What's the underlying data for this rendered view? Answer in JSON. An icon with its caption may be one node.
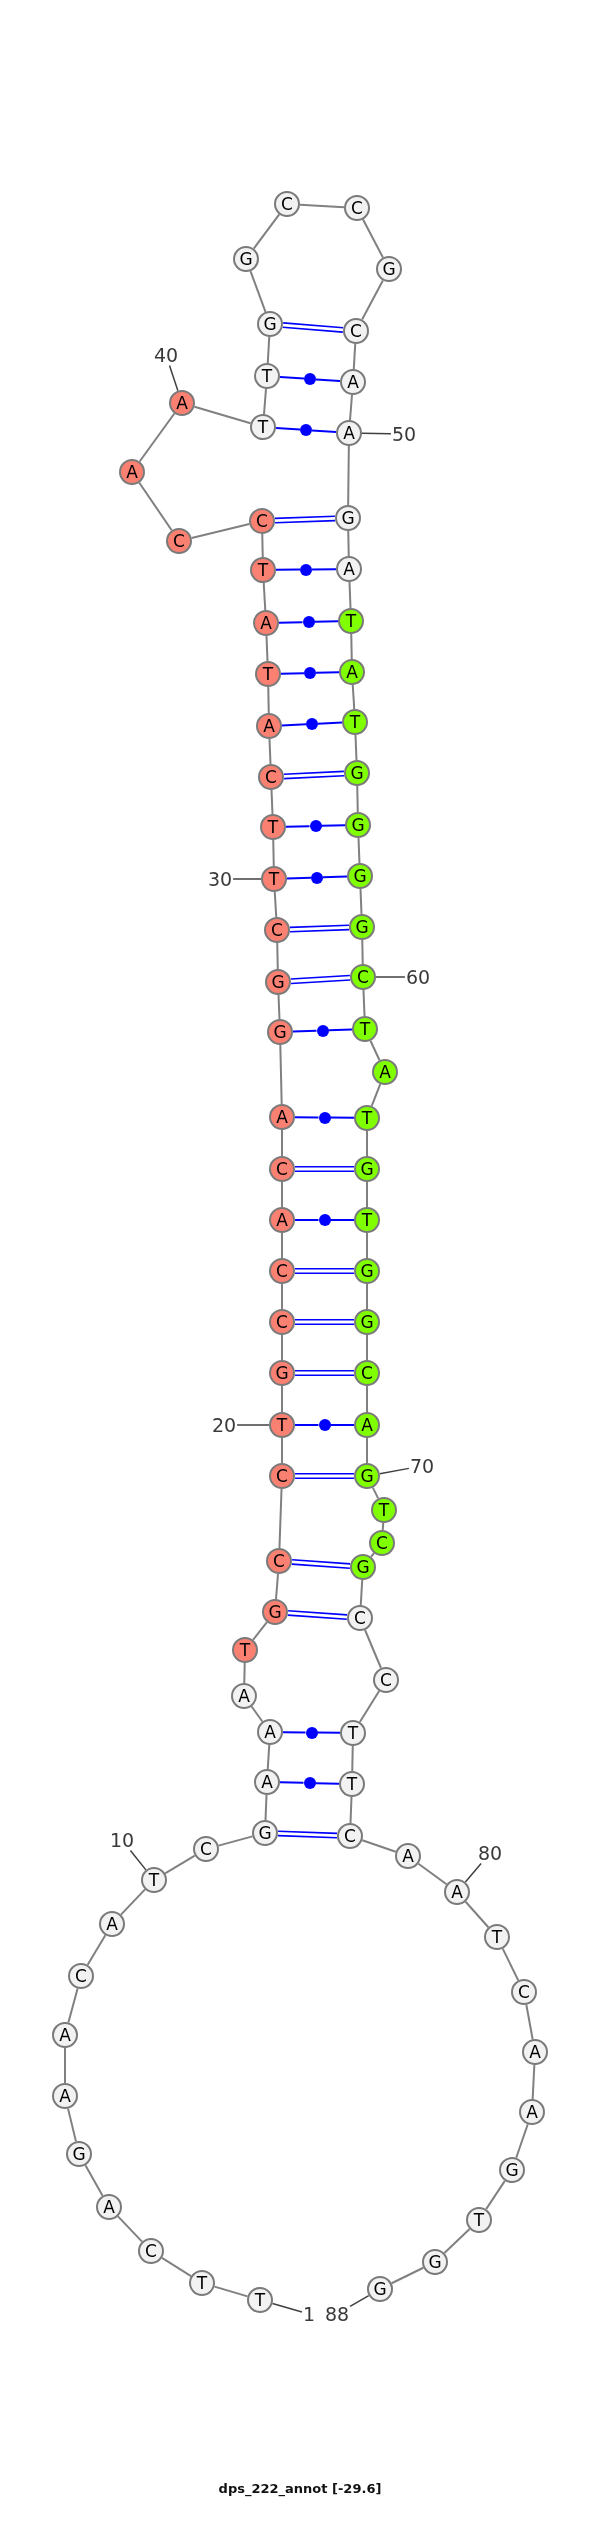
{
  "diagram": {
    "caption": "dps_222_annot [-29.6]",
    "nodes": [
      {
        "text": [
          "T"
        ]
      },
      {
        "text": [
          "T"
        ]
      },
      {
        "text": [
          "C"
        ]
      },
      {
        "text": [
          "A"
        ]
      },
      {
        "text": [
          "G"
        ]
      },
      {
        "text": [
          "A"
        ]
      },
      {
        "text": [
          "A"
        ]
      },
      {
        "text": [
          "C"
        ]
      },
      {
        "text": [
          "A"
        ]
      },
      {
        "text": [
          "T"
        ]
      },
      {
        "text": [
          "C"
        ]
      },
      {
        "text": [
          "G"
        ]
      },
      {
        "text": [
          "A"
        ]
      },
      {
        "text": [
          "A"
        ]
      },
      {
        "text": [
          "A"
        ]
      },
      {
        "text": [
          "T"
        ]
      },
      {
        "text": [
          "G"
        ]
      },
      {
        "text": [
          "C"
        ]
      },
      {
        "text": [
          "C"
        ]
      },
      {
        "text": [
          "T"
        ]
      },
      {
        "text": [
          "G"
        ]
      },
      {
        "text": [
          "C"
        ]
      },
      {
        "text": [
          "C"
        ]
      },
      {
        "text": [
          "A"
        ]
      },
      {
        "text": [
          "C"
        ]
      },
      {
        "text": [
          "A"
        ]
      },
      {
        "text": [
          "G"
        ]
      },
      {
        "text": [
          "G"
        ]
      },
      {
        "text": [
          "C"
        ]
      },
      {
        "text": [
          "T"
        ]
      },
      {
        "text": [
          "T"
        ]
      },
      {
        "text": [
          "C"
        ]
      },
      {
        "text": [
          "A"
        ]
      },
      {
        "text": [
          "T"
        ]
      },
      {
        "text": [
          "A"
        ]
      },
      {
        "text": [
          "T"
        ]
      },
      {
        "text": [
          "C"
        ]
      },
      {
        "text": [
          "C"
        ]
      },
      {
        "text": [
          "A"
        ]
      },
      {
        "text": [
          "A"
        ]
      },
      {
        "text": [
          "T"
        ]
      },
      {
        "text": [
          "T"
        ]
      },
      {
        "text": [
          "G"
        ]
      },
      {
        "text": [
          "G"
        ]
      },
      {
        "text": [
          "C"
        ]
      },
      {
        "text": [
          "C"
        ]
      },
      {
        "text": [
          "G"
        ]
      },
      {
        "text": [
          "C"
        ]
      },
      {
        "text": [
          "A"
        ]
      },
      {
        "text": [
          "A"
        ]
      },
      {
        "text": [
          "G"
        ]
      },
      {
        "text": [
          "A"
        ]
      },
      {
        "text": [
          "T"
        ]
      },
      {
        "text": [
          "A"
        ]
      },
      {
        "text": [
          "T"
        ]
      },
      {
        "text": [
          "G"
        ]
      },
      {
        "text": [
          "G"
        ]
      },
      {
        "text": [
          "G"
        ]
      },
      {
        "text": [
          "G"
        ]
      },
      {
        "text": [
          "C"
        ]
      },
      {
        "text": [
          "T"
        ]
      },
      {
        "text": [
          "A"
        ]
      },
      {
        "text": [
          "T"
        ]
      },
      {
        "text": [
          "G"
        ]
      },
      {
        "text": [
          "T"
        ]
      },
      {
        "text": [
          "G"
        ]
      },
      {
        "text": [
          "G"
        ]
      },
      {
        "text": [
          "C"
        ]
      },
      {
        "text": [
          "A"
        ]
      },
      {
        "text": [
          "G"
        ]
      },
      {
        "text": [
          "T"
        ]
      },
      {
        "text": [
          "C"
        ]
      },
      {
        "text": [
          "G"
        ]
      },
      {
        "text": [
          "C"
        ]
      },
      {
        "text": [
          "C"
        ]
      },
      {
        "text": [
          "T"
        ]
      },
      {
        "text": [
          "T"
        ]
      },
      {
        "text": [
          "C"
        ]
      },
      {
        "text": [
          "A"
        ]
      },
      {
        "text": [
          "A"
        ]
      },
      {
        "text": [
          "T"
        ]
      },
      {
        "text": [
          "C"
        ]
      },
      {
        "text": [
          "A"
        ]
      },
      {
        "text": [
          "A"
        ]
      },
      {
        "text": [
          "G"
        ]
      },
      {
        "text": [
          "T"
        ]
      },
      {
        "text": [
          "G"
        ]
      },
      {
        "text": [
          "G"
        ]
      },
      {
        "text": [
          "10"
        ]
      },
      {
        "text": [
          "20"
        ]
      },
      {
        "text": [
          "30"
        ]
      },
      {
        "text": [
          "40"
        ]
      },
      {
        "text": [
          "50"
        ]
      },
      {
        "text": [
          "60"
        ]
      },
      {
        "text": [
          "70"
        ]
      },
      {
        "text": [
          "80"
        ]
      },
      {
        "text": [
          "1"
        ]
      },
      {
        "text": [
          "88"
        ]
      },
      {
        "text": [],
        "shape": "circle"
      },
      {
        "text": [],
        "shape": "circle"
      },
      {
        "text": [],
        "shape": "circle"
      },
      {
        "text": [],
        "shape": "circle"
      },
      {
        "text": [],
        "shape": "circle"
      },
      {
        "text": [],
        "shape": "circle"
      },
      {
        "text": [],
        "shape": "circle"
      },
      {
        "text": [],
        "shape": "circle"
      },
      {
        "text": [],
        "shape": "circle"
      },
      {
        "text": [],
        "shape": "circle"
      },
      {
        "text": [],
        "shape": "circle"
      },
      {
        "text": [],
        "shape": "circle"
      },
      {
        "text": [],
        "shape": "circle"
      },
      {
        "text": [],
        "shape": "circle"
      }
    ],
    "edges": [
      {
        "from": 0,
        "to": 1,
        "arrow": "none"
      },
      {
        "from": 1,
        "to": 2,
        "arrow": "none"
      },
      {
        "from": 2,
        "to": 3,
        "arrow": "none"
      },
      {
        "from": 3,
        "to": 4,
        "arrow": "none"
      },
      {
        "from": 4,
        "to": 5,
        "arrow": "none"
      },
      {
        "from": 5,
        "to": 6,
        "arrow": "none"
      },
      {
        "from": 6,
        "to": 7,
        "arrow": "none"
      },
      {
        "from": 7,
        "to": 8,
        "arrow": "none"
      },
      {
        "from": 8,
        "to": 9,
        "arrow": "none"
      },
      {
        "from": 9,
        "to": 10,
        "arrow": "none"
      },
      {
        "from": 10,
        "to": 11,
        "arrow": "none"
      },
      {
        "from": 11,
        "to": 12,
        "arrow": "none"
      },
      {
        "from": 12,
        "to": 13,
        "arrow": "none"
      },
      {
        "from": 13,
        "to": 14,
        "arrow": "none"
      },
      {
        "from": 14,
        "to": 15,
        "arrow": "none"
      },
      {
        "from": 15,
        "to": 16,
        "arrow": "none"
      },
      {
        "from": 16,
        "to": 17,
        "arrow": "none"
      },
      {
        "from": 17,
        "to": 18,
        "arrow": "none"
      },
      {
        "from": 18,
        "to": 19,
        "arrow": "none"
      },
      {
        "from": 19,
        "to": 20,
        "arrow": "none"
      },
      {
        "from": 20,
        "to": 21,
        "arrow": "none"
      },
      {
        "from": 21,
        "to": 22,
        "arrow": "none"
      },
      {
        "from": 22,
        "to": 23,
        "arrow": "none"
      },
      {
        "from": 23,
        "to": 24,
        "arrow": "none"
      },
      {
        "from": 24,
        "to": 25,
        "arrow": "none"
      },
      {
        "from": 25,
        "to": 26,
        "arrow": "none"
      },
      {
        "from": 26,
        "to": 27,
        "arrow": "none"
      },
      {
        "from": 27,
        "to": 28,
        "arrow": "none"
      },
      {
        "from": 28,
        "to": 29,
        "arrow": "none"
      },
      {
        "from": 29,
        "to": 30,
        "arrow": "none"
      },
      {
        "from": 30,
        "to": 31,
        "arrow": "none"
      },
      {
        "from": 31,
        "to": 32,
        "arrow": "none"
      },
      {
        "from": 32,
        "to": 33,
        "arrow": "none"
      },
      {
        "from": 33,
        "to": 34,
        "arrow": "none"
      },
      {
        "from": 34,
        "to": 35,
        "arrow": "none"
      },
      {
        "from": 35,
        "to": 36,
        "arrow": "none"
      },
      {
        "from": 36,
        "to": 37,
        "arrow": "none"
      },
      {
        "from": 37,
        "to": 38,
        "arrow": "none"
      },
      {
        "from": 38,
        "to": 39,
        "arrow": "none"
      },
      {
        "from": 39,
        "to": 40,
        "arrow": "none"
      },
      {
        "from": 40,
        "to": 41,
        "arrow": "none"
      },
      {
        "from": 41,
        "to": 42,
        "arrow": "none"
      },
      {
        "from": 42,
        "to": 43,
        "arrow": "none"
      },
      {
        "from": 43,
        "to": 44,
        "arrow": "none"
      },
      {
        "from": 44,
        "to": 45,
        "arrow": "none"
      },
      {
        "from": 45,
        "to": 46,
        "arrow": "none"
      },
      {
        "from": 46,
        "to": 47,
        "arrow": "none"
      },
      {
        "from": 47,
        "to": 48,
        "arrow": "none"
      },
      {
        "from": 48,
        "to": 49,
        "arrow": "none"
      },
      {
        "from": 49,
        "to": 50,
        "arrow": "none"
      },
      {
        "from": 50,
        "to": 51,
        "arrow": "none"
      },
      {
        "from": 51,
        "to": 52,
        "arrow": "none"
      },
      {
        "from": 52,
        "to": 53,
        "arrow": "none"
      },
      {
        "from": 53,
        "to": 54,
        "arrow": "none"
      },
      {
        "from": 54,
        "to": 55,
        "arrow": "none"
      },
      {
        "from": 55,
        "to": 56,
        "arrow": "none"
      },
      {
        "from": 56,
        "to": 57,
        "arrow": "none"
      },
      {
        "from": 57,
        "to": 58,
        "arrow": "none"
      },
      {
        "from": 58,
        "to": 59,
        "arrow": "none"
      },
      {
        "from": 59,
        "to": 60,
        "arrow": "none"
      },
      {
        "from": 60,
        "to": 61,
        "arrow": "none"
      },
      {
        "from": 61,
        "to": 62,
        "arrow": "none"
      },
      {
        "from": 62,
        "to": 63,
        "arrow": "none"
      },
      {
        "from": 63,
        "to": 64,
        "arrow": "none"
      },
      {
        "from": 64,
        "to": 65,
        "arrow": "none"
      },
      {
        "from": 65,
        "to": 66,
        "arrow": "none"
      },
      {
        "from": 66,
        "to": 67,
        "arrow": "none"
      },
      {
        "from": 67,
        "to": 68,
        "arrow": "none"
      },
      {
        "from": 68,
        "to": 69,
        "arrow": "none"
      },
      {
        "from": 69,
        "to": 70,
        "arrow": "none"
      },
      {
        "from": 70,
        "to": 71,
        "arrow": "none"
      },
      {
        "from": 71,
        "to": 72,
        "arrow": "none"
      },
      {
        "from": 72,
        "to": 73,
        "arrow": "none"
      },
      {
        "from": 73,
        "to": 74,
        "arrow": "none"
      },
      {
        "from": 74,
        "to": 75,
        "arrow": "none"
      },
      {
        "from": 75,
        "to": 76,
        "arrow": "none"
      },
      {
        "from": 76,
        "to": 77,
        "arrow": "none"
      },
      {
        "from": 77,
        "to": 78,
        "arrow": "none"
      },
      {
        "from": 78,
        "to": 79,
        "arrow": "none"
      },
      {
        "from": 79,
        "to": 80,
        "arrow": "none"
      },
      {
        "from": 80,
        "to": 81,
        "arrow": "none"
      },
      {
        "from": 81,
        "to": 82,
        "arrow": "none"
      },
      {
        "from": 82,
        "to": 83,
        "arrow": "none"
      },
      {
        "from": 83,
        "to": 84,
        "arrow": "none"
      },
      {
        "from": 84,
        "to": 85,
        "arrow": "none"
      },
      {
        "from": 85,
        "to": 86,
        "arrow": "none"
      },
      {
        "from": 86,
        "to": 87,
        "arrow": "none"
      },
      {
        "from": 11,
        "to": 77,
        "arrow": "none",
        "color": "#0000ff"
      },
      {
        "from": 16,
        "to": 73,
        "arrow": "none",
        "color": "#0000ff"
      },
      {
        "from": 17,
        "to": 72,
        "arrow": "none",
        "color": "#0000ff"
      },
      {
        "from": 18,
        "to": 69,
        "arrow": "none",
        "color": "#0000ff"
      },
      {
        "from": 20,
        "to": 67,
        "arrow": "none",
        "color": "#0000ff"
      },
      {
        "from": 21,
        "to": 66,
        "arrow": "none",
        "color": "#0000ff"
      },
      {
        "from": 22,
        "to": 65,
        "arrow": "none",
        "color": "#0000ff"
      },
      {
        "from": 24,
        "to": 63,
        "arrow": "none",
        "color": "#0000ff"
      },
      {
        "from": 27,
        "to": 59,
        "arrow": "none",
        "color": "#0000ff"
      },
      {
        "from": 28,
        "to": 58,
        "arrow": "none",
        "color": "#0000ff"
      },
      {
        "from": 31,
        "to": 55,
        "arrow": "none",
        "color": "#0000ff"
      },
      {
        "from": 36,
        "to": 50,
        "arrow": "none",
        "color": "#0000ff"
      },
      {
        "from": 42,
        "to": 47,
        "arrow": "none",
        "color": "#0000ff"
      },
      {
        "from": 12,
        "to": 98,
        "arrow": "none",
        "color": "#0000ff"
      },
      {
        "from": 98,
        "to": 76,
        "arrow": "none",
        "color": "#0000ff"
      },
      {
        "from": 13,
        "to": 99,
        "arrow": "none",
        "color": "#0000ff"
      },
      {
        "from": 99,
        "to": 75,
        "arrow": "none",
        "color": "#0000ff"
      },
      {
        "from": 19,
        "to": 100,
        "arrow": "none",
        "color": "#0000ff"
      },
      {
        "from": 100,
        "to": 68,
        "arrow": "none",
        "color": "#0000ff"
      },
      {
        "from": 23,
        "to": 101,
        "arrow": "none",
        "color": "#0000ff"
      },
      {
        "from": 101,
        "to": 64,
        "arrow": "none",
        "color": "#0000ff"
      },
      {
        "from": 25,
        "to": 102,
        "arrow": "none",
        "color": "#0000ff"
      },
      {
        "from": 102,
        "to": 62,
        "arrow": "none",
        "color": "#0000ff"
      },
      {
        "from": 26,
        "to": 103,
        "arrow": "none",
        "color": "#0000ff"
      },
      {
        "from": 103,
        "to": 60,
        "arrow": "none",
        "color": "#0000ff"
      },
      {
        "from": 29,
        "to": 104,
        "arrow": "none",
        "color": "#0000ff"
      },
      {
        "from": 104,
        "to": 57,
        "arrow": "none",
        "color": "#0000ff"
      },
      {
        "from": 30,
        "to": 105,
        "arrow": "none",
        "color": "#0000ff"
      },
      {
        "from": 105,
        "to": 56,
        "arrow": "none",
        "color": "#0000ff"
      },
      {
        "from": 32,
        "to": 106,
        "arrow": "none",
        "color": "#0000ff"
      },
      {
        "from": 106,
        "to": 54,
        "arrow": "none",
        "color": "#0000ff"
      },
      {
        "from": 33,
        "to": 107,
        "arrow": "none",
        "color": "#0000ff"
      },
      {
        "from": 107,
        "to": 53,
        "arrow": "none",
        "color": "#0000ff"
      },
      {
        "from": 34,
        "to": 108,
        "arrow": "none",
        "color": "#0000ff"
      },
      {
        "from": 108,
        "to": 52,
        "arrow": "none",
        "color": "#0000ff"
      },
      {
        "from": 35,
        "to": 109,
        "arrow": "none",
        "color": "#0000ff"
      },
      {
        "from": 109,
        "to": 51,
        "arrow": "none",
        "color": "#0000ff"
      },
      {
        "from": 40,
        "to": 110,
        "arrow": "none",
        "color": "#0000ff"
      },
      {
        "from": 110,
        "to": 49,
        "arrow": "none",
        "color": "#0000ff"
      },
      {
        "from": 41,
        "to": 111,
        "arrow": "none",
        "color": "#0000ff"
      },
      {
        "from": 111,
        "to": 48,
        "arrow": "none",
        "color": "#0000ff"
      },
      {
        "from": 88,
        "to": 9,
        "arrow": "none",
        "color": "#404040"
      },
      {
        "from": 89,
        "to": 19,
        "arrow": "none",
        "color": "#404040"
      },
      {
        "from": 90,
        "to": 29,
        "arrow": "none",
        "color": "#404040"
      },
      {
        "from": 91,
        "to": 39,
        "arrow": "none",
        "color": "#404040"
      },
      {
        "from": 92,
        "to": 49,
        "arrow": "none",
        "color": "#404040"
      },
      {
        "from": 93,
        "to": 59,
        "arrow": "none",
        "color": "#404040"
      },
      {
        "from": 94,
        "to": 69,
        "arrow": "none",
        "color": "#404040"
      },
      {
        "from": 95,
        "to": 79,
        "arrow": "none",
        "color": "#404040"
      },
      {
        "from": 96,
        "to": 0,
        "arrow": "none",
        "color": "#404040"
      },
      {
        "from": 97,
        "to": 87,
        "arrow": "none",
        "color": "#404040"
      }
    ]
  }
}
